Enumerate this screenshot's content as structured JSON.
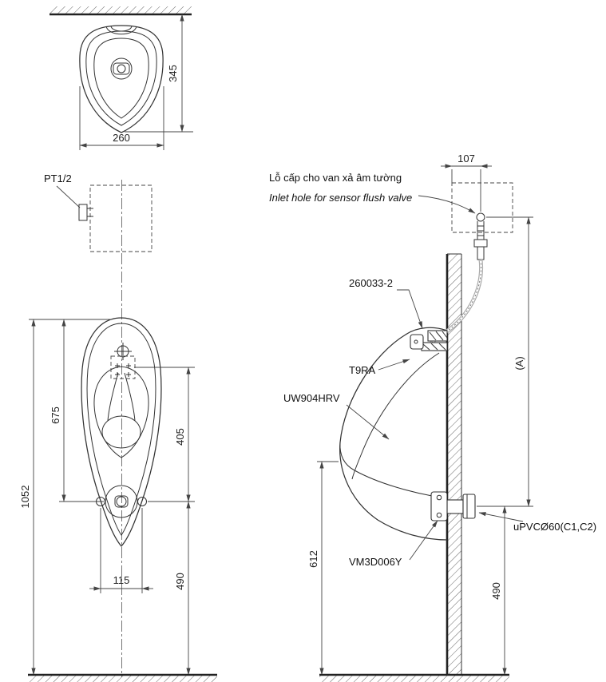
{
  "page": {
    "background": "#ffffff",
    "line_color": "#333333",
    "text_color": "#111111"
  },
  "top_view": {
    "dim_345": "345",
    "dim_260": "260"
  },
  "front_view": {
    "pt_label": "PT1/2",
    "dim_1052": "1052",
    "dim_675": "675",
    "dim_405": "405",
    "dim_490": "490",
    "dim_115": "115"
  },
  "side_view": {
    "dim_107": "107",
    "inlet_note_vi": "Lỗ cấp cho van xả âm tường",
    "inlet_note_en": "Inlet hole for sensor flush valve",
    "part_valve": "260033-2",
    "part_spud": "T9RA",
    "model": "UW904HRV",
    "part_outlet_socket": "VM3D006Y",
    "part_pipe": "uPVCØ60(C1,C2)",
    "dim_A": "(A)",
    "dim_612": "612",
    "dim_490": "490"
  }
}
